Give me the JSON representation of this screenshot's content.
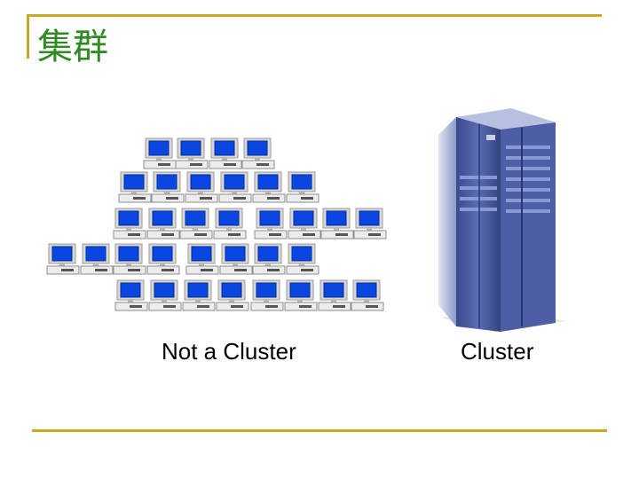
{
  "slide": {
    "title": "集群",
    "label_not_cluster": "Not a Cluster",
    "label_cluster": "Cluster"
  },
  "colors": {
    "title": "#2e8b22",
    "frame": "#c8a81e",
    "screen": "#0a46e0",
    "server_body": "#4a5a9c"
  },
  "icons": {
    "pc": "desktop-computer-icon",
    "server": "server-rack-icon"
  }
}
